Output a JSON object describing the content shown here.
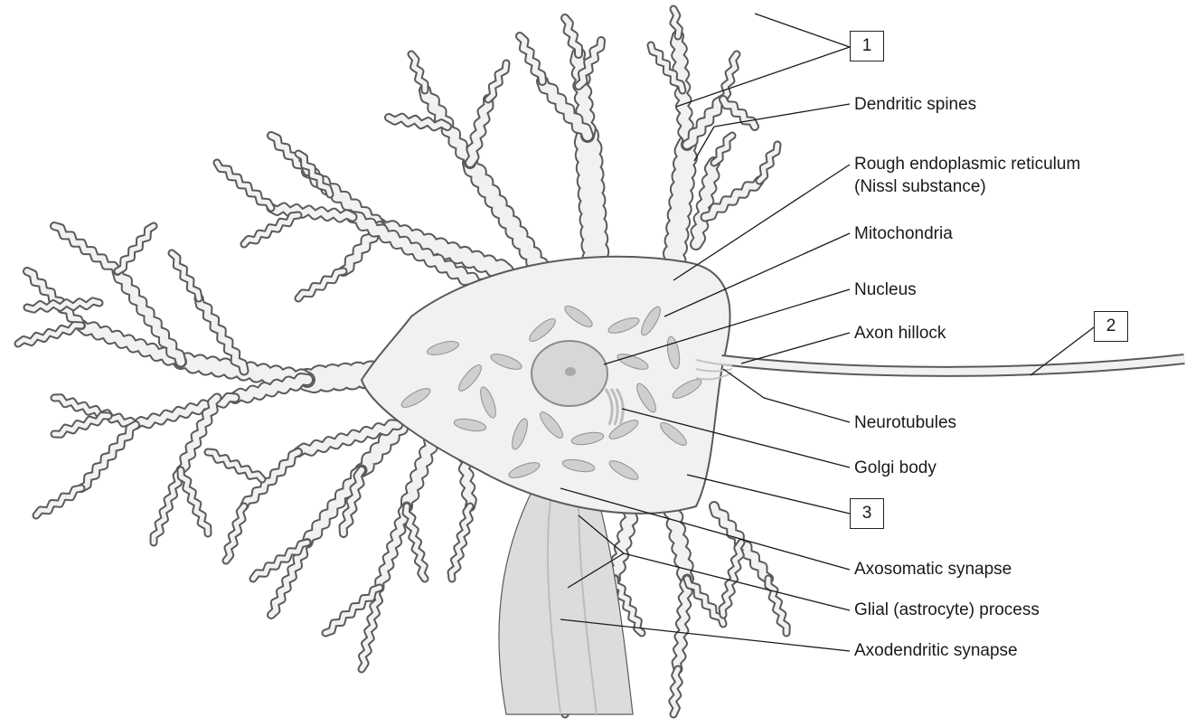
{
  "diagram": {
    "subject": "neuron-structure",
    "colors": {
      "outline": "#5a5a5a",
      "fill": "#f1f1f1",
      "leader": "#1a1a1a",
      "organelle": "#cfcfcf",
      "glia": "#dcdcdc"
    },
    "number_boxes": {
      "box1": "1",
      "box2": "2",
      "box3": "3"
    },
    "labels": {
      "dendritic_spines": "Dendritic spines",
      "rer_line1": "Rough endoplasmic reticulum",
      "rer_line2": "(Nissl substance)",
      "mitochondria": "Mitochondria",
      "nucleus": "Nucleus",
      "axon_hillock": "Axon hillock",
      "neurotubules": "Neurotubules",
      "golgi_body": "Golgi body",
      "axosomatic_synapse": "Axosomatic synapse",
      "glial_process": "Glial (astrocyte) process",
      "axodendritic_synapse": "Axodendritic synapse"
    }
  }
}
